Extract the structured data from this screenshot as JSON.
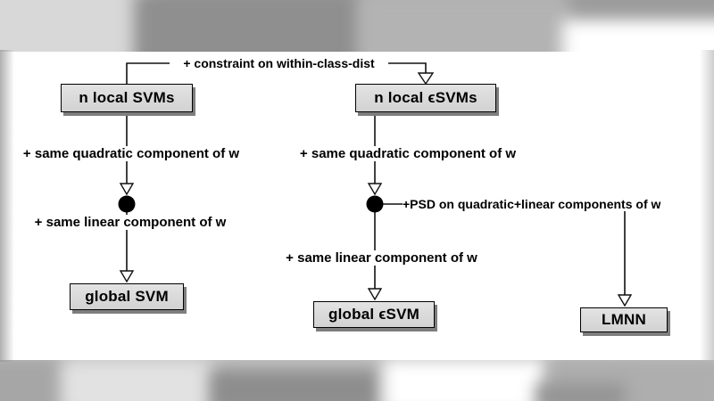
{
  "nodes": {
    "n_local_svms": "n local SVMs",
    "n_local_eps_svms": "n local ϵSVMs",
    "global_svm": "global SVM",
    "global_eps_svm": "global ϵSVM",
    "lmnn": "LMNN"
  },
  "labels": {
    "constraint": "+ constraint on within-class-dist",
    "same_quadratic_left": "+ same quadratic component of w",
    "same_quadratic_right": "+ same quadratic component of w",
    "same_linear_left": "+ same linear component of w",
    "same_linear_right": "+ same linear component of w",
    "psd": "+PSD on quadratic+linear components of w"
  },
  "colors": {
    "node_fill": "#d9d9d9",
    "node_border": "#000000",
    "edge": "#111111",
    "background": "#ffffff"
  }
}
